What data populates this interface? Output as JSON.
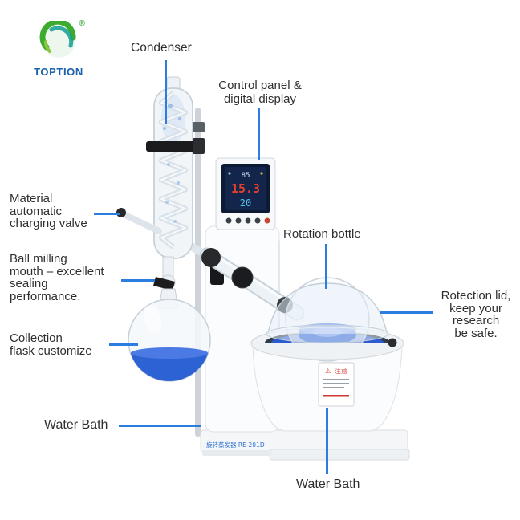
{
  "logo": {
    "brand": "TOPTION",
    "registered": "®"
  },
  "labels": {
    "condenser": "Condenser",
    "control_panel": [
      "Control panel &",
      "digital display"
    ],
    "material_valve": [
      "Material",
      "automatic",
      "charging valve"
    ],
    "ball_milling": [
      "Ball milling",
      "mouth – excellent",
      "sealing",
      "performance."
    ],
    "collection_flask": [
      "Collection",
      "flask customize"
    ],
    "water_bath_left": "Water Bath",
    "rotation_bottle": "Rotation bottle",
    "protection_lid": [
      "Rotection lid,",
      "keep your",
      "research",
      "be safe."
    ],
    "water_bath_bottom": "Water Bath"
  },
  "display": {
    "row1": "85",
    "row2": "15.3",
    "row3": "20"
  },
  "sticker": {
    "symbol": "⚠",
    "title": "注意"
  },
  "base_label": "旋转蒸发器 RE-201D",
  "colors": {
    "connector": "#2b7de0",
    "liquid": "#2d62d5"
  }
}
